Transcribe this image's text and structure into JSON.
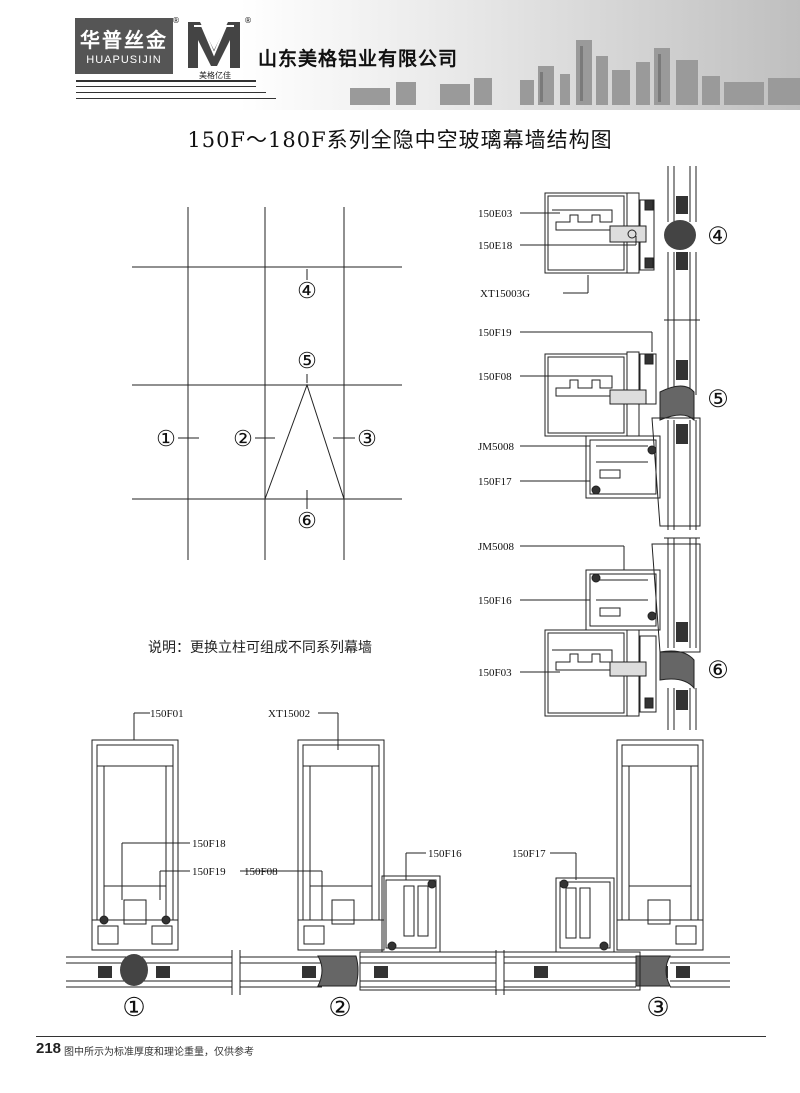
{
  "header": {
    "brand_cn": "华普丝金",
    "brand_en": "HUAPUSIJIN",
    "logo_cn": "美格亿佳",
    "registered_mark": "®",
    "company": "山东美格铝业有限公司"
  },
  "title": "150F～180F系列全隐中空玻璃幕墙结构图",
  "note": "说明：更换立柱可组成不同系列幕墙",
  "markers": {
    "m1": "①",
    "m2": "②",
    "m3": "③",
    "m4": "④",
    "m5": "⑤",
    "m6": "⑥"
  },
  "labels": {
    "e03": "150E03",
    "e18": "150E18",
    "xt15003g": "XT15003G",
    "f19_r": "150F19",
    "f08_r": "150F08",
    "jm5008_a": "JM5008",
    "f17_r": "150F17",
    "jm5008_b": "JM5008",
    "f16_r": "150F16",
    "f03": "150F03",
    "f01": "150F01",
    "xt15002": "XT15002",
    "f18_b": "150F18",
    "f19_b": "150F19",
    "f08_b": "150F08",
    "f16_b": "150F16",
    "f17_b": "150F17"
  },
  "footer": {
    "page": "218",
    "note": "图中所示为标准厚度和理论重量，仅供参考"
  }
}
